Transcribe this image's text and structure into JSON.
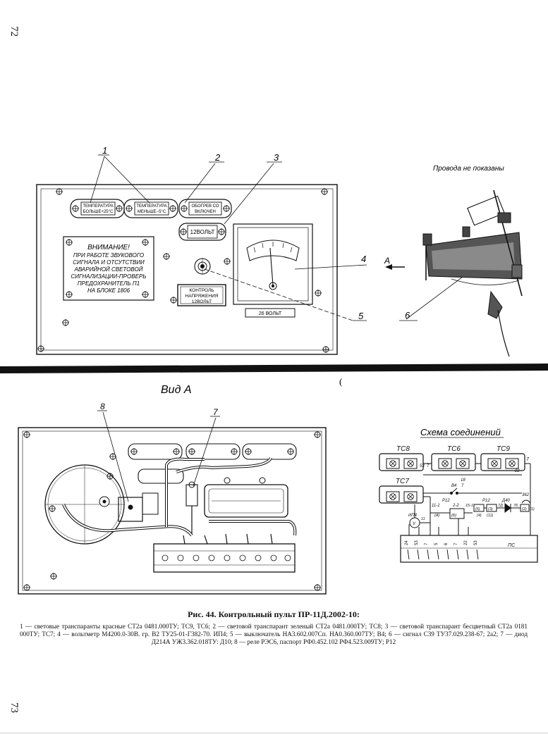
{
  "pages": {
    "top": "72",
    "bottom": "73"
  },
  "top_figure": {
    "wires_note": "Провода не показаны",
    "callouts": [
      "1",
      "2",
      "3",
      "4",
      "5",
      "6"
    ],
    "view_arrow": "А",
    "lamps": [
      {
        "line1": "ТЕМПЕРАТУРА",
        "line2": "БОЛЬШЕ+25°С"
      },
      {
        "line1": "ТЕМПЕРАТУРА",
        "line2": "МЕНЬШЕ−5°С"
      },
      {
        "line1": "ОБОГРЕВ СО",
        "line2": "ВКЛЮЧЕН"
      }
    ],
    "volt_label": "12ВОЛЬТ",
    "warning": [
      "ВНИМАНИЕ!",
      "ПРИ РАБОТЕ ЗВУКОВОГО",
      "СИГНАЛА И ОТСУТСТВИИ",
      "АВАРИЙНОЙ СВЕТОВОЙ",
      "СИГНАЛИЗАЦИИ-ПРОВЕРЬ",
      "ПРЕДОХРАНИТЕЛЬ П1",
      "НА БЛОКЕ 1806"
    ],
    "control_plate": [
      "КОНТРОЛЬ",
      "НАПРЯЖЕНИЯ",
      "12ВОЛЬТ"
    ],
    "meter_label": "26 ВОЛЬТ"
  },
  "view_a": {
    "title": "Вид А",
    "callouts": [
      "8",
      "7"
    ]
  },
  "scheme": {
    "title": "Схема соединений",
    "blocks": [
      "ТС8",
      "ТС6",
      "ТС9",
      "ТС7"
    ],
    "labels": [
      "53",
      "7",
      "18",
      "22",
      "7",
      "В4",
      "7",
      "ИП4",
      "V",
      "11",
      "11-1",
      "2-2",
      "Р12",
      "15-1",
      "Р12",
      "(А)",
      "(Б)",
      "(6)",
      "(3)",
      "(4)",
      "(11)",
      "Д40",
      "7Д",
      "7б",
      "(2)",
      "(1)",
      "362",
      "ПС"
    ],
    "terminals": [
      "24",
      "53",
      "7",
      "5",
      "6",
      "7",
      "22",
      "53"
    ]
  },
  "caption": {
    "title": "Рис. 44. Контрольный пульт ПР-11Д.2002-10:",
    "body": "1 — световые транспаранты красные СТ2а 0481.000ТУ; ТС9, ТС6; 2 — световой транспарант зеленый СТ2а 0481.000ТУ; ТС8; 3 — световой транспарант бесцветный СТ2а 0181 000ТУ; ТС7; 4 — вольтметр М4200.0-30В. гр. В2 ТУ25-01-Г382-70. ИП4; 5 — выключатель НА3.602.007Сп. НА0.360.007ТУ; В4; 6 — сигнал С39 ТУ37.029.238-67; 2а2; 7 — диод Д214А УЖ3.362.018ТУ: Д10; 8 — реле РЭС6, паспорт РФ0.452.102 РФ4.523.009ТУ; Р12"
  }
}
